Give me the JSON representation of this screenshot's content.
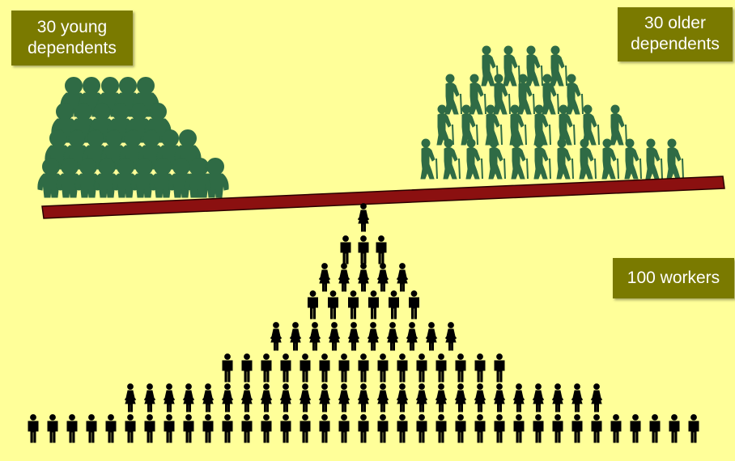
{
  "labels": {
    "young_line1": "30 young",
    "young_line2": "dependents",
    "older_line1": "30 older",
    "older_line2": "dependents",
    "workers": "100 workers"
  },
  "counts": {
    "young_dependents": 30,
    "older_dependents": 30,
    "workers": 100
  },
  "colors": {
    "background": "#ffff99",
    "label_box": "#7a7a00",
    "label_text": "#ffffff",
    "dependents": "#2f6b45",
    "beam": "#8b1010",
    "workers": "#000000"
  },
  "icons": {
    "young": "child-icon",
    "older": "elderly-with-cane-icon",
    "worker_man": "man-icon",
    "worker_woman": "woman-icon"
  }
}
